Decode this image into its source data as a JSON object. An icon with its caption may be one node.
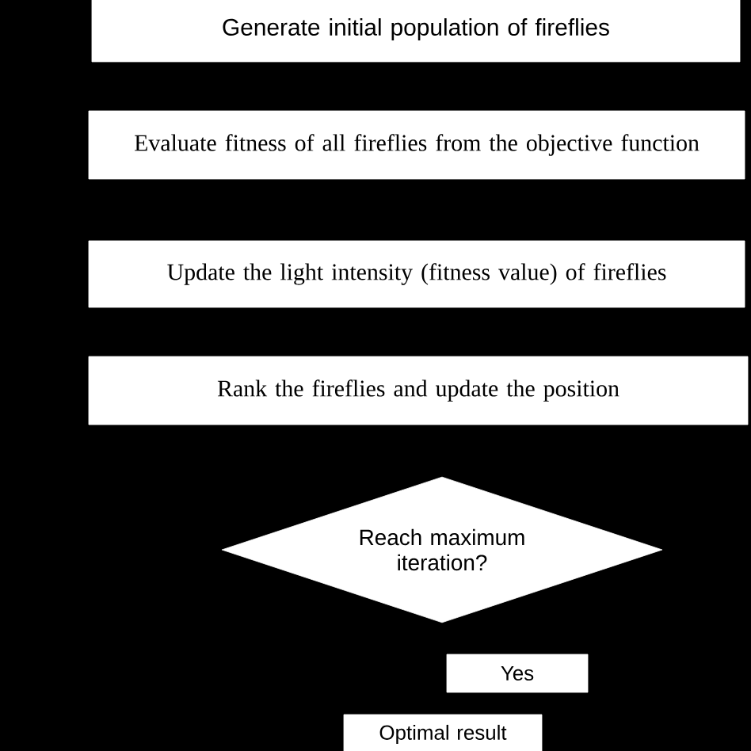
{
  "diagram": {
    "nodes": [
      {
        "text": [
          "Generate initial population of fireflies"
        ]
      },
      {
        "text": [
          "Evaluate fitness of all fireflies from the objective function"
        ]
      },
      {
        "text": [
          "Update the light intensity (fitness value) of fireflies"
        ]
      },
      {
        "text": [
          "Rank the fireflies and update the position"
        ]
      },
      {
        "text": [
          "Reach maximum iteration?"
        ]
      },
      {
        "text": [
          "Yes"
        ]
      },
      {
        "text": [
          "Optimal result"
        ]
      }
    ]
  }
}
